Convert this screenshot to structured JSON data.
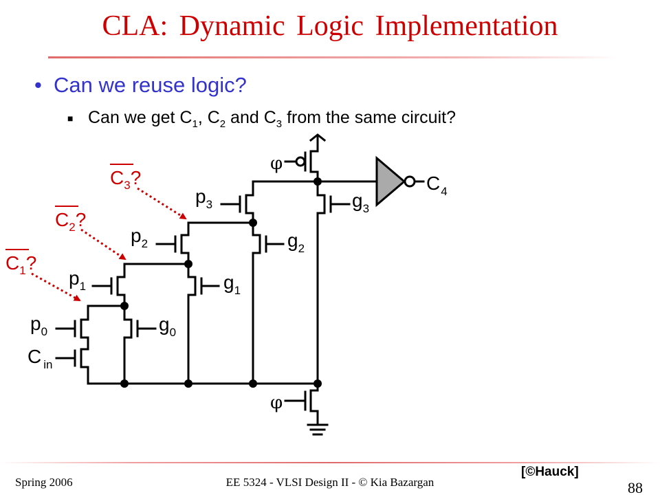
{
  "slide": {
    "title": "CLA: Dynamic Logic Implementation",
    "bullet_1": "Can we reuse logic?",
    "bullet_2": {
      "prefix": "Can we get C",
      "sub_1": "1",
      "mid_1": ", C",
      "sub_2": "2",
      "mid_2": " and C",
      "sub_3": "3",
      "suffix": " from the same circuit?"
    }
  },
  "circuit": {
    "clock_top": "φ",
    "clock_bottom": "φ",
    "output": {
      "base": "C",
      "sub": "4"
    },
    "inputs": [
      {
        "base": "p",
        "sub": "0"
      },
      {
        "base": "C",
        "sub": "in"
      },
      {
        "base": "g",
        "sub": "0"
      },
      {
        "base": "p",
        "sub": "1"
      },
      {
        "base": "g",
        "sub": "1"
      },
      {
        "base": "p",
        "sub": "2"
      },
      {
        "base": "g",
        "sub": "2"
      },
      {
        "base": "p",
        "sub": "3"
      },
      {
        "base": "g",
        "sub": "3"
      }
    ],
    "annotations": [
      {
        "base": "C",
        "sub": "1",
        "suffix": "?"
      },
      {
        "base": "C",
        "sub": "2",
        "suffix": "?"
      },
      {
        "base": "C",
        "sub": "3",
        "suffix": "?"
      }
    ],
    "annotation_color": "#cc0000",
    "wire_color": "#000000"
  },
  "footer": {
    "left": "Spring 2006",
    "center": "EE 5324 - VLSI Design II - © Kia Bazargan",
    "credit": "[©Hauck]",
    "page": "88"
  }
}
